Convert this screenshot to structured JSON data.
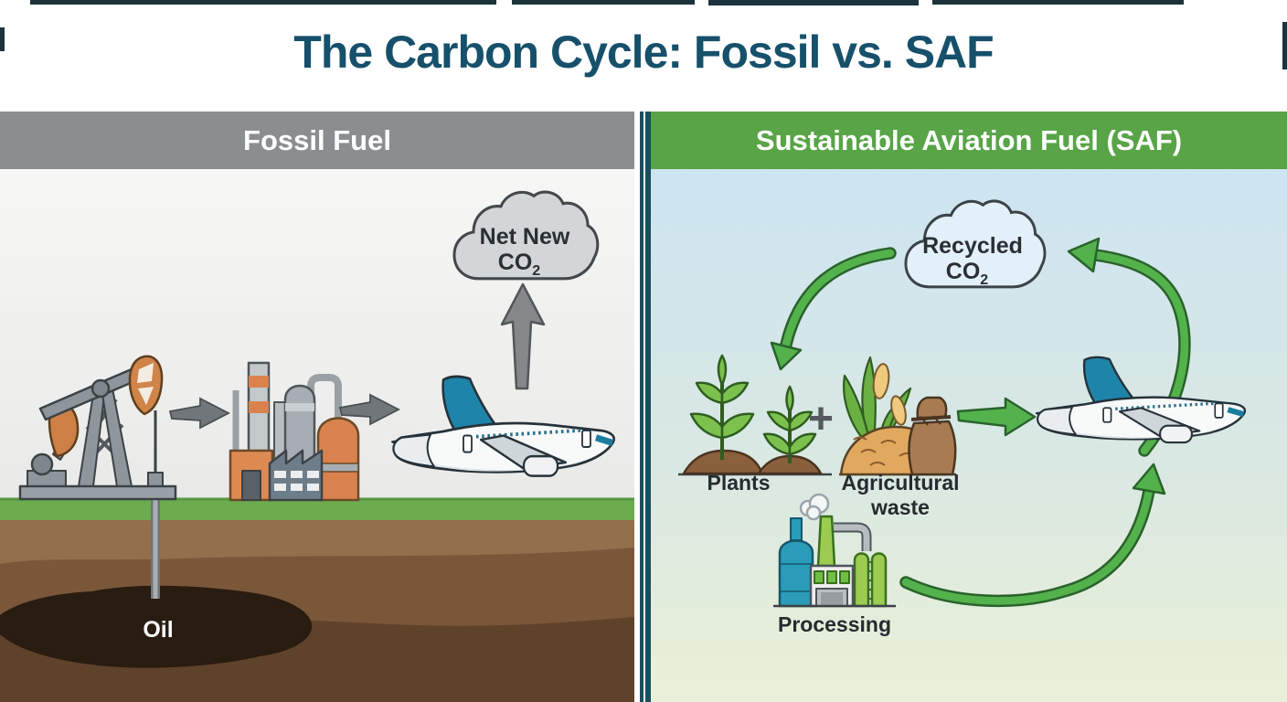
{
  "title": "The Carbon Cycle: Fossil vs. SAF",
  "fossil": {
    "header": "Fossil Fuel",
    "cloud_line1": "Net New",
    "cloud_co": "CO",
    "cloud_sub": "2",
    "oil_label": "Oil"
  },
  "saf": {
    "header": "Sustainable Aviation Fuel (SAF)",
    "cloud_line1": "Recycled",
    "cloud_co": "CO",
    "cloud_sub": "2",
    "plants_label": "Plants",
    "waste_line1": "Agricultural",
    "waste_line2": "waste",
    "plus": "+",
    "processing_label": "Processing"
  },
  "colors": {
    "title_teal": "#16506B",
    "fossil_header_gray": "#8B8E90",
    "saf_header_green": "#58A447",
    "divider_teal": "#174F5E",
    "arrow_gray": "#71767A",
    "arrow_green": "#53B24C",
    "arrow_green_outline": "#2A622C",
    "oil_black": "#291C11",
    "grass_green": "#6CAB4E",
    "plane_tail_teal": "#1F84AA"
  }
}
